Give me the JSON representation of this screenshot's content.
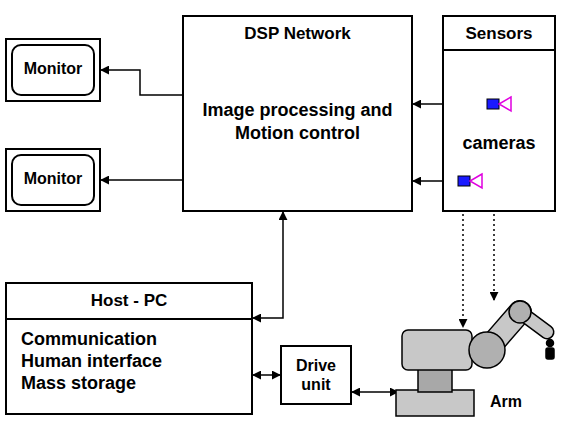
{
  "diagram": {
    "nodes": [
      {
        "text": [
          "Monitor"
        ]
      },
      {
        "text": [
          "DSP Network",
          "Image processing and Motion control"
        ]
      },
      {
        "text": [
          "Sensors",
          "cameras"
        ]
      },
      {
        "text": [
          "Monitor"
        ]
      },
      {
        "text": [
          "Host - PC",
          "Communication Human interface Mass storage"
        ]
      },
      {
        "text": [
          "Drive unit"
        ]
      },
      {
        "text": [
          "Arm"
        ]
      }
    ],
    "edges": [
      {
        "from": 1,
        "to": 0,
        "arrow": "to"
      },
      {
        "from": 1,
        "to": 3,
        "arrow": "to"
      },
      {
        "from": 2,
        "to": 1,
        "arrow": "to"
      },
      {
        "from": 2,
        "to": 1,
        "arrow": "to"
      },
      {
        "from": 1,
        "to": 4,
        "arrow": "both"
      },
      {
        "from": 4,
        "to": 5,
        "arrow": "both"
      },
      {
        "from": 5,
        "to": 6,
        "arrow": "both"
      },
      {
        "from": 2,
        "to": 6,
        "arrow": "to"
      },
      {
        "from": 2,
        "to": 6,
        "arrow": "to"
      }
    ]
  }
}
